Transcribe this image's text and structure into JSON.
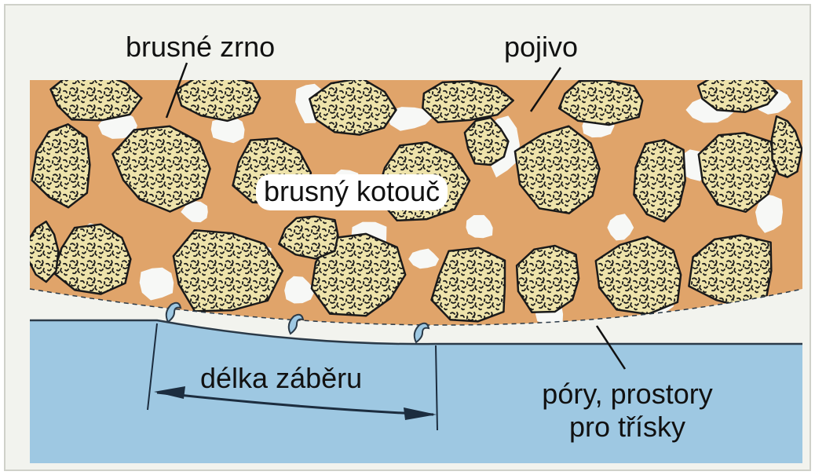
{
  "labels": {
    "abrasive_grain": "brusné zrno",
    "binder": "pojivo",
    "grinding_wheel": "brusný kotouč",
    "contact_length": "délka záběru",
    "pores_line1": "póry, prostory",
    "pores_line2": "pro třísky"
  },
  "colors": {
    "background": "#ffffff",
    "paper": "#f2f3ee",
    "grain_fill": "#eee3ab",
    "grain_speckle": "#1a1a1a",
    "binder": "#e0a46a",
    "pore": "#f7f8f6",
    "workpiece": "#9ec8e2",
    "workpiece_edge": "#2b3a48",
    "arrow": "#1c2d3f"
  }
}
